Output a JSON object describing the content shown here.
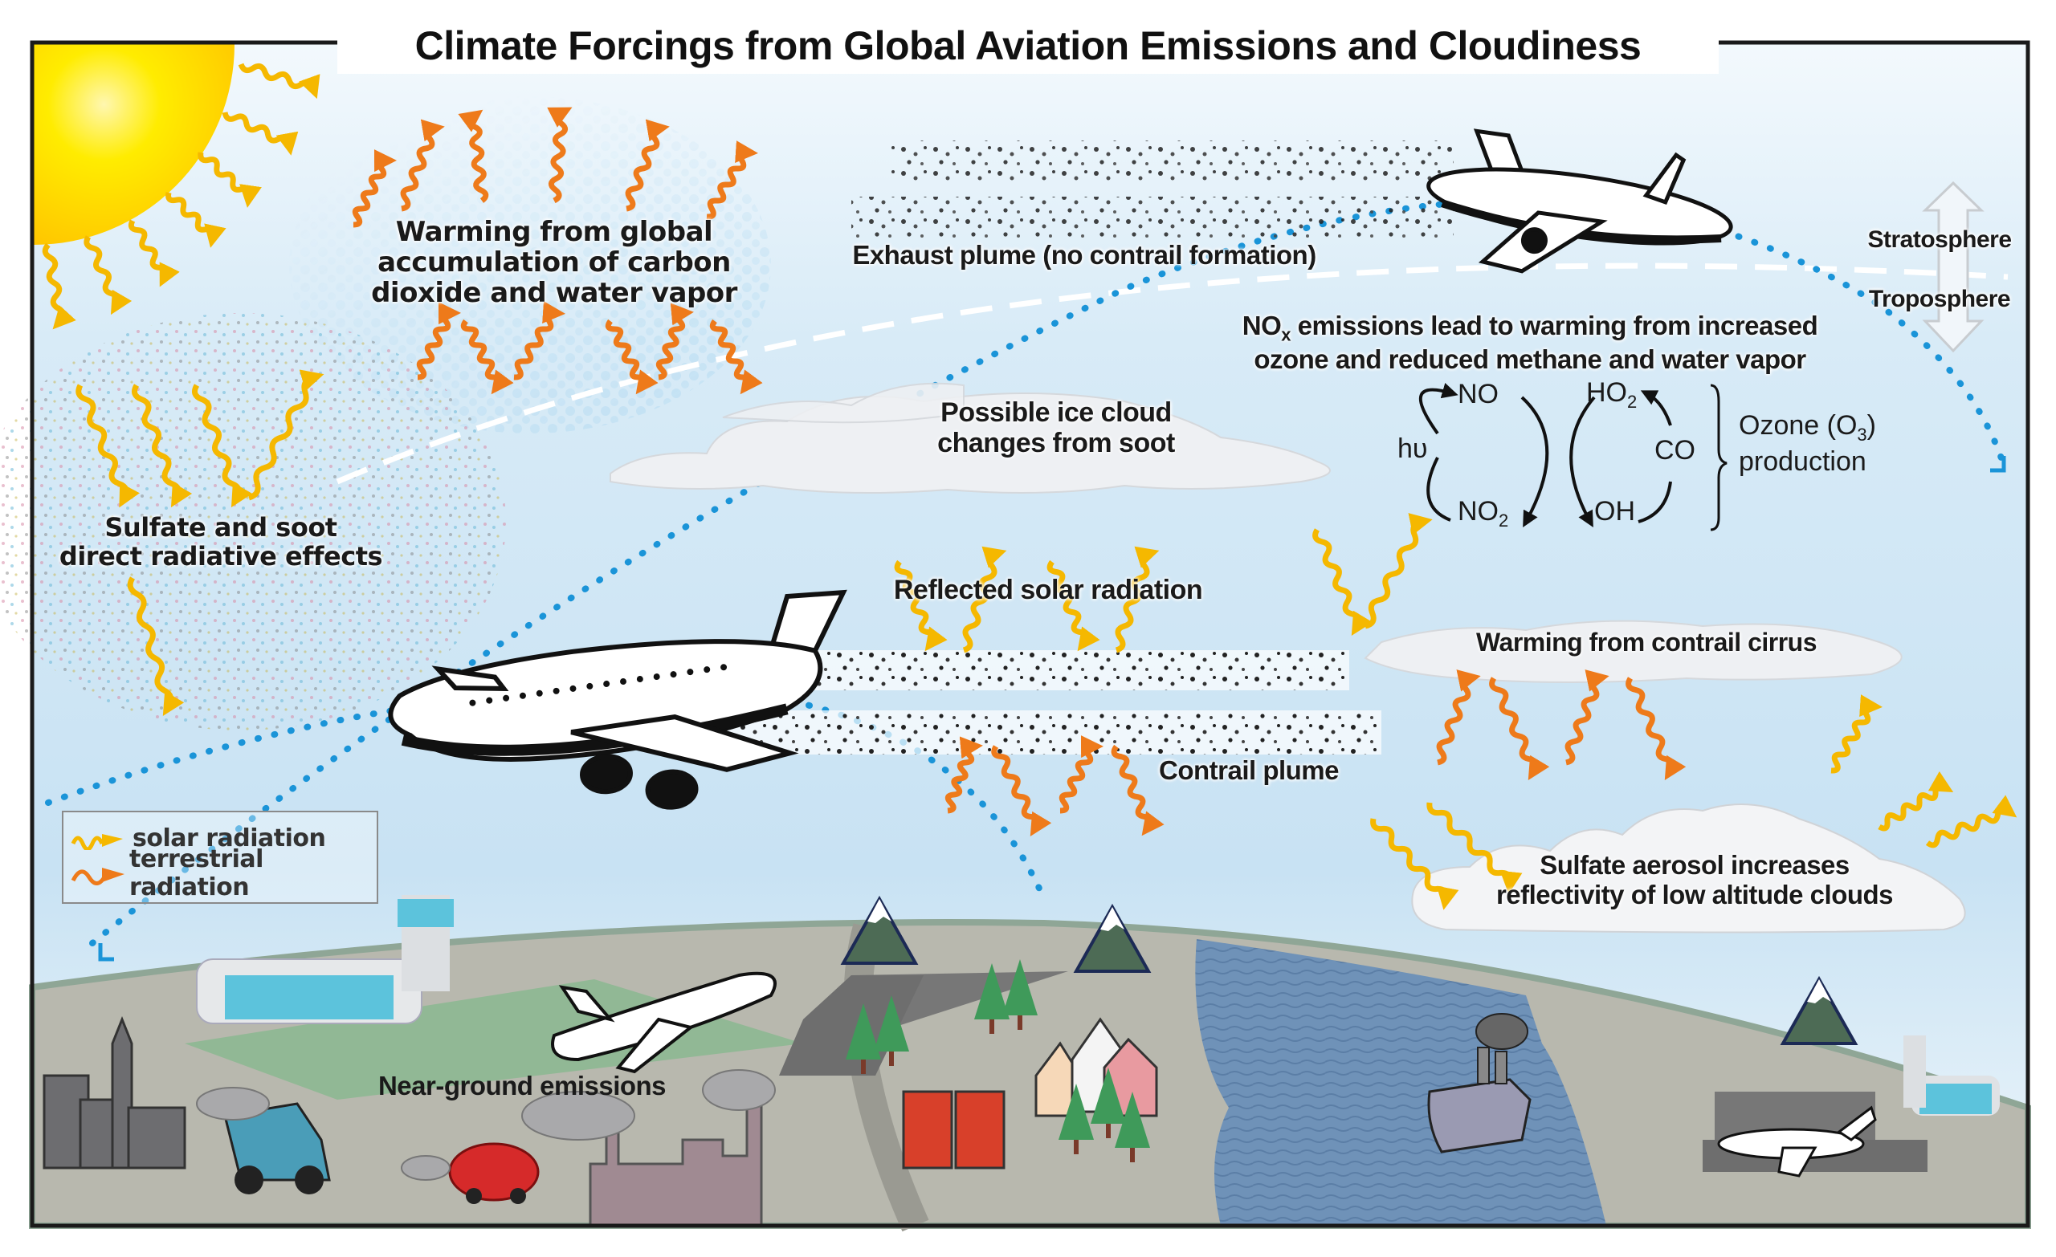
{
  "title": "Climate Forcings from Global Aviation Emissions and Cloudiness",
  "labels": {
    "co2_warming": [
      "Warming from global",
      "accumulation of carbon",
      "dioxide and water vapor"
    ],
    "exhaust_plume": "Exhaust plume (no contrail formation)",
    "stratosphere": "Stratosphere",
    "troposphere": "Troposphere",
    "nox": [
      "NOx emissions lead to warming from increased",
      "ozone and reduced methane and water vapor"
    ],
    "ice_cloud": [
      "Possible ice cloud",
      "changes from soot"
    ],
    "sulfate_soot": [
      "Sulfate and soot",
      "direct radiative effects"
    ],
    "reflected_solar": "Reflected solar radiation",
    "contrail_cirrus": "Warming from contrail cirrus",
    "contrail_plume": "Contrail plume",
    "sulfate_aerosol": [
      "Sulfate aerosol increases",
      "reflectivity of low altitude clouds"
    ],
    "near_ground": "Near-ground emissions"
  },
  "chemistry": {
    "no": "NO",
    "no2": "NO2",
    "hv": "hυ",
    "ho2": "HO2",
    "oh": "OH",
    "co": "CO",
    "ozone_label": [
      "Ozone (O3)",
      "production"
    ]
  },
  "legend": {
    "items": [
      {
        "label": "solar radiation",
        "color": "#f5b800"
      },
      {
        "label": "terrestrial radiation",
        "color": "#ee7a1a"
      }
    ]
  },
  "colors": {
    "sky_top": "#eaf4fb",
    "sky_mid": "#c9e3f4",
    "sun": "#ffe600",
    "solar_arrow": "#f5b800",
    "terrestrial_arrow": "#ee7a1a",
    "dotted_path": "#1a94d8",
    "ground": "#b9b9ae",
    "water": "#6d8fb5",
    "grass": "#8db892"
  }
}
